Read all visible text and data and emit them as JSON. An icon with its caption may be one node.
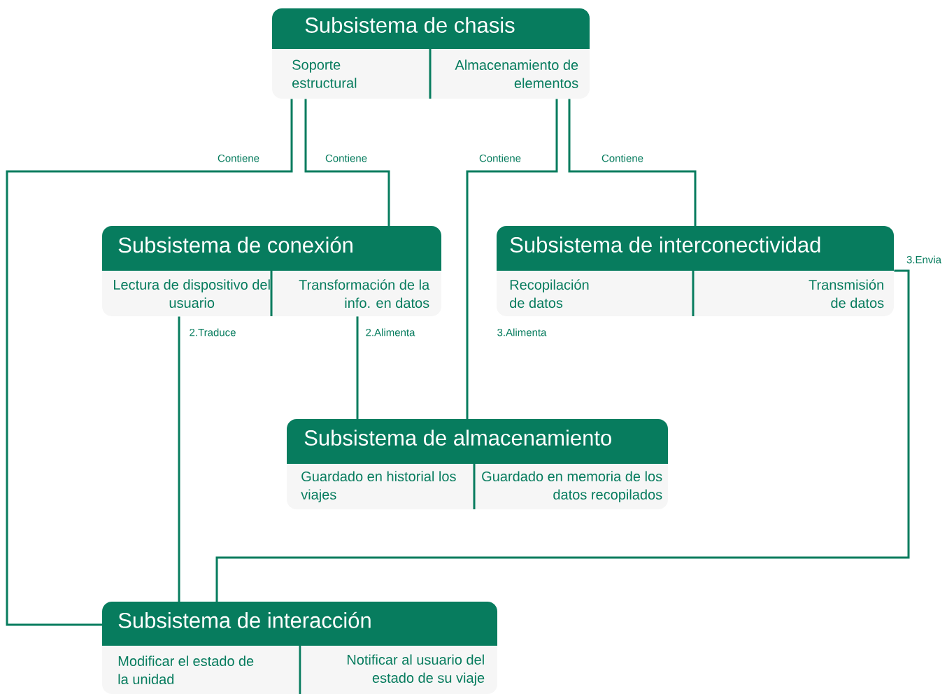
{
  "diagram": {
    "nodes": [
      {
        "text": [
          "Subsistema de chasis"
        ]
      },
      {
        "text": [
          "Soporte estructural"
        ],
        "in": 0
      },
      {
        "text": [
          "Almacenamiento de elementos"
        ],
        "in": 0
      },
      {
        "text": [
          "Subsistema de conexión"
        ]
      },
      {
        "text": [
          "Lectura de dispositivo del usuario"
        ],
        "in": 3
      },
      {
        "text": [
          "Transformación de la info. en datos"
        ],
        "in": 3
      },
      {
        "text": [
          "Subsistema de interconectividad"
        ]
      },
      {
        "text": [
          "Recopilación de datos"
        ],
        "in": 6
      },
      {
        "text": [
          "Transmisión de datos"
        ],
        "in": 6
      },
      {
        "text": [
          "Subsistema de almacenamiento"
        ]
      },
      {
        "text": [
          "Guardado en historial los viajes"
        ],
        "in": 9
      },
      {
        "text": [
          "Guardado en memoria de los datos recopilados"
        ],
        "in": 9
      },
      {
        "text": [
          "Subsistema de interacción"
        ]
      },
      {
        "text": [
          "Modificar el estado de la unidad"
        ],
        "in": 12
      },
      {
        "text": [
          "Notificar al usuario del estado de su viaje"
        ],
        "in": 12
      }
    ],
    "edges": [
      {
        "from": 1,
        "to": 12,
        "arrow": "none",
        "label": "Contiene"
      },
      {
        "from": 1,
        "to": 3,
        "arrow": "none",
        "label": "Contiene"
      },
      {
        "from": 2,
        "to": 9,
        "arrow": "none",
        "label": "Contiene"
      },
      {
        "from": 2,
        "to": 6,
        "arrow": "none",
        "label": "Contiene"
      },
      {
        "from": 4,
        "to": 12,
        "arrow": "none",
        "label": "2.Traduce"
      },
      {
        "from": 5,
        "to": 9,
        "arrow": "none",
        "label": "2.Alimenta"
      },
      {
        "from": 8,
        "to": 12,
        "arrow": "none",
        "label": "3.Envia"
      }
    ],
    "labels": [
      "3.Alimenta"
    ]
  }
}
